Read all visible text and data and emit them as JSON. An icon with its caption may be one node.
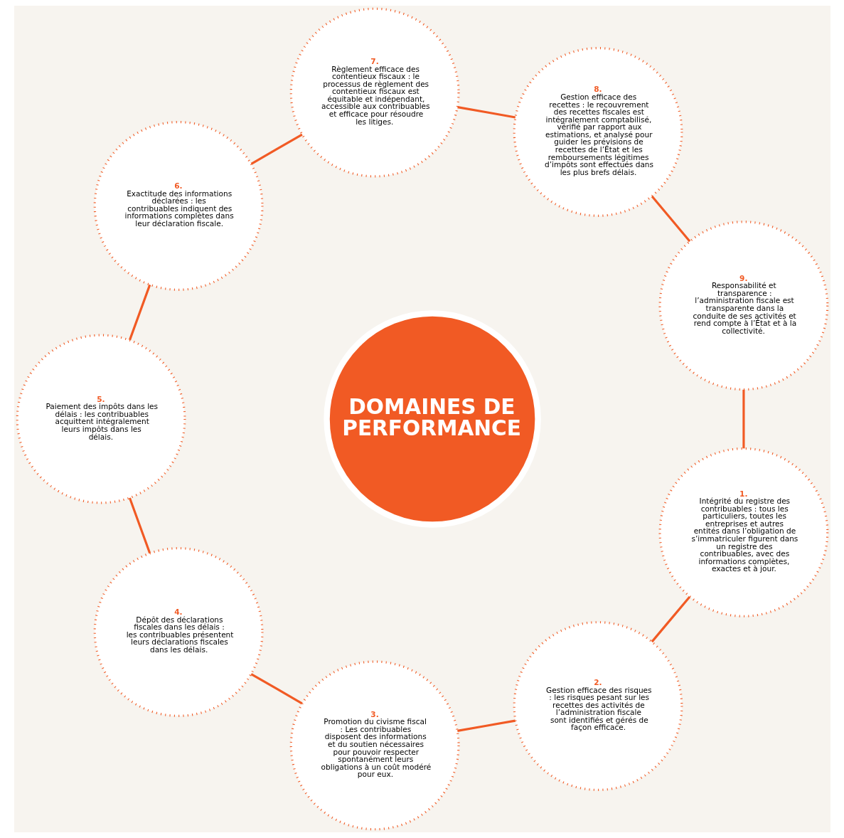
{
  "diagram": {
    "nodes": [
      {
        "text": [
          "DOMAINES DE PERFORMANCE"
        ]
      },
      {
        "text": [
          "1.",
          "Intégrité du registre des contribuables : tous les particuliers, toutes les entreprises et autres entités dans l’obligation de s’immatriculer figurent dans un registre des contribuables, avec des informations complètes, exactes et à jour."
        ]
      },
      {
        "text": [
          "2.",
          "Gestion efficace des risques : les risques pesant sur les recettes des activités de l’administration fiscale sont identifiés et gérés de façon efficace."
        ]
      },
      {
        "text": [
          "3.",
          "Promotion du civisme fiscal : Les contribuables disposent des informations et du soutien nécessaires pour pouvoir respecter spontanément leurs obligations à un coût modéré pour eux."
        ]
      },
      {
        "text": [
          "4.",
          "Dépôt des déclarations fiscales dans les délais : les contribuables présentent leurs déclarations fiscales dans les délais."
        ]
      },
      {
        "text": [
          "5.",
          "Paiement des impôts dans les délais : les contribuables acquittent intégralement leurs impôts dans les délais."
        ]
      },
      {
        "text": [
          "6.",
          "Exactitude des informations déclarées : les contribuables indiquent des informations complètes dans leur déclaration fiscale."
        ]
      },
      {
        "text": [
          "7.",
          "Règlement efficace des contentieux fiscaux : le processus de règlement des contentieux fiscaux est équitable et indépendant, accessible aux contribuables et efficace pour résoudre les litiges."
        ]
      },
      {
        "text": [
          "8.",
          "Gestion efficace des recettes : le recouvrement des recettes fiscales est intégralement comptabilisé, vérifié par rapport aux estimations, et analysé pour guider les prévisions de recettes de l’État et les remboursements légitimes d’impôts sont effectués dans les plus brefs délais."
        ]
      },
      {
        "text": [
          "9.",
          "Responsabilité et transparence : l’administration fiscale est transparente dans la conduite de ses activités et rend compte à l’État et à la collectivité."
        ]
      }
    ],
    "edges": [
      {
        "from": 1,
        "to": 2,
        "arrow": "none"
      },
      {
        "from": 2,
        "to": 3,
        "arrow": "none"
      },
      {
        "from": 3,
        "to": 4,
        "arrow": "none"
      },
      {
        "from": 4,
        "to": 5,
        "arrow": "none"
      },
      {
        "from": 5,
        "to": 6,
        "arrow": "none"
      },
      {
        "from": 6,
        "to": 7,
        "arrow": "none"
      },
      {
        "from": 7,
        "to": 8,
        "arrow": "none"
      },
      {
        "from": 8,
        "to": 9,
        "arrow": "none"
      },
      {
        "from": 9,
        "to": 1,
        "arrow": "none"
      }
    ]
  }
}
